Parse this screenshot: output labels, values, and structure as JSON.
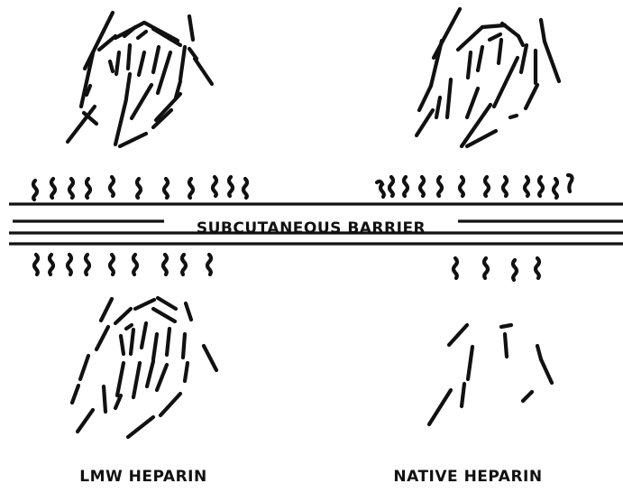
{
  "barrier": {
    "label": "SUBCUTANEOUS BARRIER"
  },
  "groups": {
    "left": {
      "label": "LMW HEPARIN"
    },
    "right": {
      "label": "NATIVE HEPARIN"
    }
  }
}
